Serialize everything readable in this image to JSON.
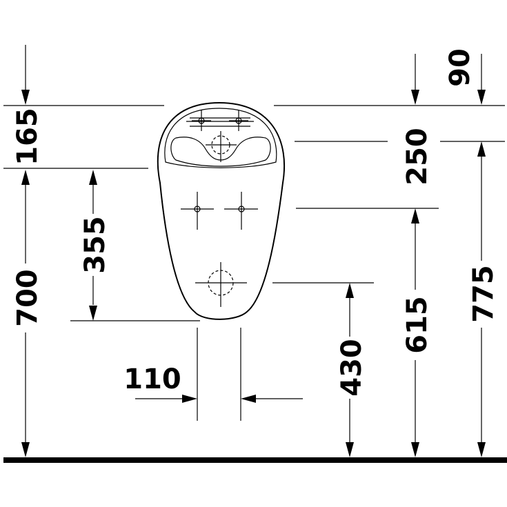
{
  "dimensions": {
    "d165": "165",
    "d700": "700",
    "d355": "355",
    "d110": "110",
    "d430": "430",
    "d615": "615",
    "d250": "250",
    "d775": "775",
    "d90": "90"
  },
  "colors": {
    "line": "#000000",
    "background": "#ffffff"
  }
}
